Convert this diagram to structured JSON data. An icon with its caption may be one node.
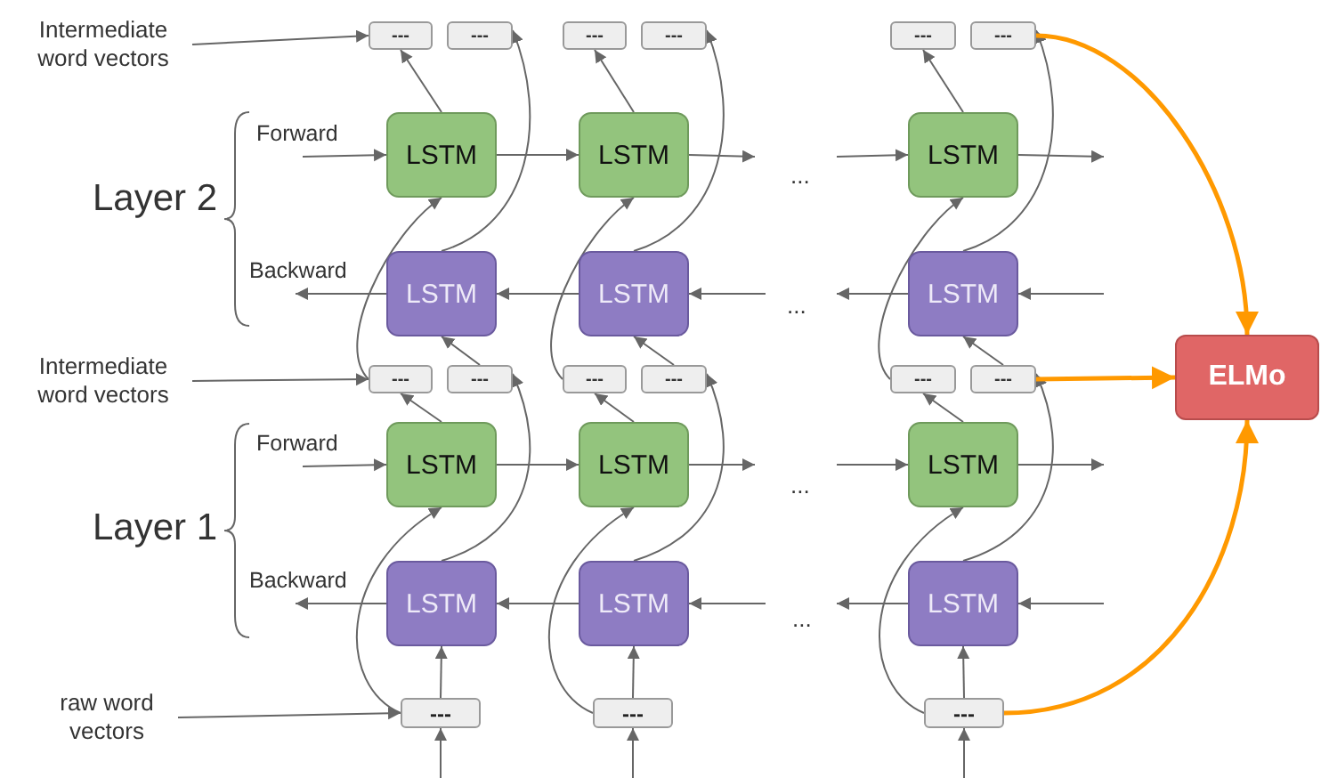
{
  "diagram": {
    "nodes": [
      {
        "text": [
          "Intermediate word vectors"
        ]
      },
      {
        "text": [
          "Intermediate word vectors"
        ]
      },
      {
        "text": [
          "raw word vectors"
        ]
      },
      {
        "text": [
          "---"
        ]
      },
      {
        "text": [
          "---"
        ]
      },
      {
        "text": [
          "---"
        ]
      },
      {
        "text": [
          "---"
        ]
      },
      {
        "text": [
          "---"
        ]
      },
      {
        "text": [
          "---"
        ]
      },
      {
        "text": [
          "LSTM"
        ]
      },
      {
        "text": [
          "LSTM"
        ]
      },
      {
        "text": [
          "LSTM"
        ]
      },
      {
        "text": [
          "LSTM"
        ]
      },
      {
        "text": [
          "LSTM"
        ]
      },
      {
        "text": [
          "LSTM"
        ]
      },
      {
        "text": [
          "---"
        ]
      },
      {
        "text": [
          "---"
        ]
      },
      {
        "text": [
          "---"
        ]
      },
      {
        "text": [
          "---"
        ]
      },
      {
        "text": [
          "---"
        ]
      },
      {
        "text": [
          "---"
        ]
      },
      {
        "text": [
          "LSTM"
        ]
      },
      {
        "text": [
          "LSTM"
        ]
      },
      {
        "text": [
          "LSTM"
        ]
      },
      {
        "text": [
          "LSTM"
        ]
      },
      {
        "text": [
          "LSTM"
        ]
      },
      {
        "text": [
          "LSTM"
        ]
      },
      {
        "text": [
          "---"
        ]
      },
      {
        "text": [
          "---"
        ]
      },
      {
        "text": [
          "---"
        ]
      },
      {
        "text": [
          "ELMo"
        ]
      },
      {
        "text": [
          "Forward"
        ]
      },
      {
        "text": [
          "Backward"
        ]
      },
      {
        "text": [
          "Forward"
        ]
      },
      {
        "text": [
          "Backward"
        ]
      }
    ],
    "edges": [
      {
        "from": 0,
        "to": 3,
        "arrow": "to"
      },
      {
        "from": 1,
        "to": 15,
        "arrow": "to"
      },
      {
        "from": 2,
        "to": 27,
        "arrow": "to"
      },
      {
        "from": 9,
        "to": 3,
        "arrow": "to"
      },
      {
        "from": 12,
        "to": 4,
        "arrow": "to"
      },
      {
        "from": 15,
        "to": 9,
        "arrow": "to"
      },
      {
        "from": 16,
        "to": 12,
        "arrow": "to"
      },
      {
        "from": 21,
        "to": 15,
        "arrow": "to"
      },
      {
        "from": 24,
        "to": 16,
        "arrow": "to"
      },
      {
        "from": 27,
        "to": 24,
        "arrow": "to"
      },
      {
        "from": 27,
        "to": 21,
        "arrow": "to"
      },
      {
        "from": null,
        "to": 27,
        "arrow": "to"
      },
      {
        "from": 10,
        "to": 5,
        "arrow": "to"
      },
      {
        "from": 13,
        "to": 6,
        "arrow": "to"
      },
      {
        "from": 17,
        "to": 10,
        "arrow": "to"
      },
      {
        "from": 18,
        "to": 13,
        "arrow": "to"
      },
      {
        "from": 22,
        "to": 17,
        "arrow": "to"
      },
      {
        "from": 25,
        "to": 18,
        "arrow": "to"
      },
      {
        "from": 28,
        "to": 25,
        "arrow": "to"
      },
      {
        "from": 28,
        "to": 22,
        "arrow": "to"
      },
      {
        "from": null,
        "to": 28,
        "arrow": "to"
      },
      {
        "from": 11,
        "to": 7,
        "arrow": "to"
      },
      {
        "from": 14,
        "to": 8,
        "arrow": "to"
      },
      {
        "from": 19,
        "to": 11,
        "arrow": "to"
      },
      {
        "from": 20,
        "to": 14,
        "arrow": "to"
      },
      {
        "from": 23,
        "to": 19,
        "arrow": "to"
      },
      {
        "from": 26,
        "to": 20,
        "arrow": "to"
      },
      {
        "from": 29,
        "to": 26,
        "arrow": "to"
      },
      {
        "from": 29,
        "to": 23,
        "arrow": "to"
      },
      {
        "from": null,
        "to": 29,
        "arrow": "to"
      },
      {
        "from": 31,
        "to": 9,
        "arrow": "to"
      },
      {
        "from": 9,
        "to": 10,
        "arrow": "to"
      },
      {
        "from": 10,
        "to": null,
        "arrow": "to"
      },
      {
        "from": null,
        "to": 11,
        "arrow": "to"
      },
      {
        "from": 11,
        "to": null,
        "arrow": "to"
      },
      {
        "from": 12,
        "to": 32,
        "arrow": "to"
      },
      {
        "from": 13,
        "to": 12,
        "arrow": "to"
      },
      {
        "from": null,
        "to": 13,
        "arrow": "to"
      },
      {
        "from": 14,
        "to": null,
        "arrow": "to"
      },
      {
        "from": null,
        "to": 14,
        "arrow": "to"
      },
      {
        "from": 33,
        "to": 21,
        "arrow": "to"
      },
      {
        "from": 21,
        "to": 22,
        "arrow": "to"
      },
      {
        "from": 22,
        "to": null,
        "arrow": "to"
      },
      {
        "from": null,
        "to": 23,
        "arrow": "to"
      },
      {
        "from": 23,
        "to": null,
        "arrow": "to"
      },
      {
        "from": 24,
        "to": 34,
        "arrow": "to"
      },
      {
        "from": 25,
        "to": 24,
        "arrow": "to"
      },
      {
        "from": null,
        "to": 25,
        "arrow": "to"
      },
      {
        "from": 26,
        "to": null,
        "arrow": "to"
      },
      {
        "from": null,
        "to": 26,
        "arrow": "to"
      },
      {
        "from": 8,
        "to": 30,
        "arrow": "to",
        "style": "thick",
        "color": "#ff9900"
      },
      {
        "from": 20,
        "to": 30,
        "arrow": "to",
        "style": "thick",
        "color": "#ff9900"
      },
      {
        "from": 29,
        "to": 30,
        "arrow": "to",
        "style": "thick",
        "color": "#ff9900"
      }
    ],
    "labels": [
      "...",
      "Layer 2",
      "...",
      "...",
      "Layer 1",
      "..."
    ]
  }
}
